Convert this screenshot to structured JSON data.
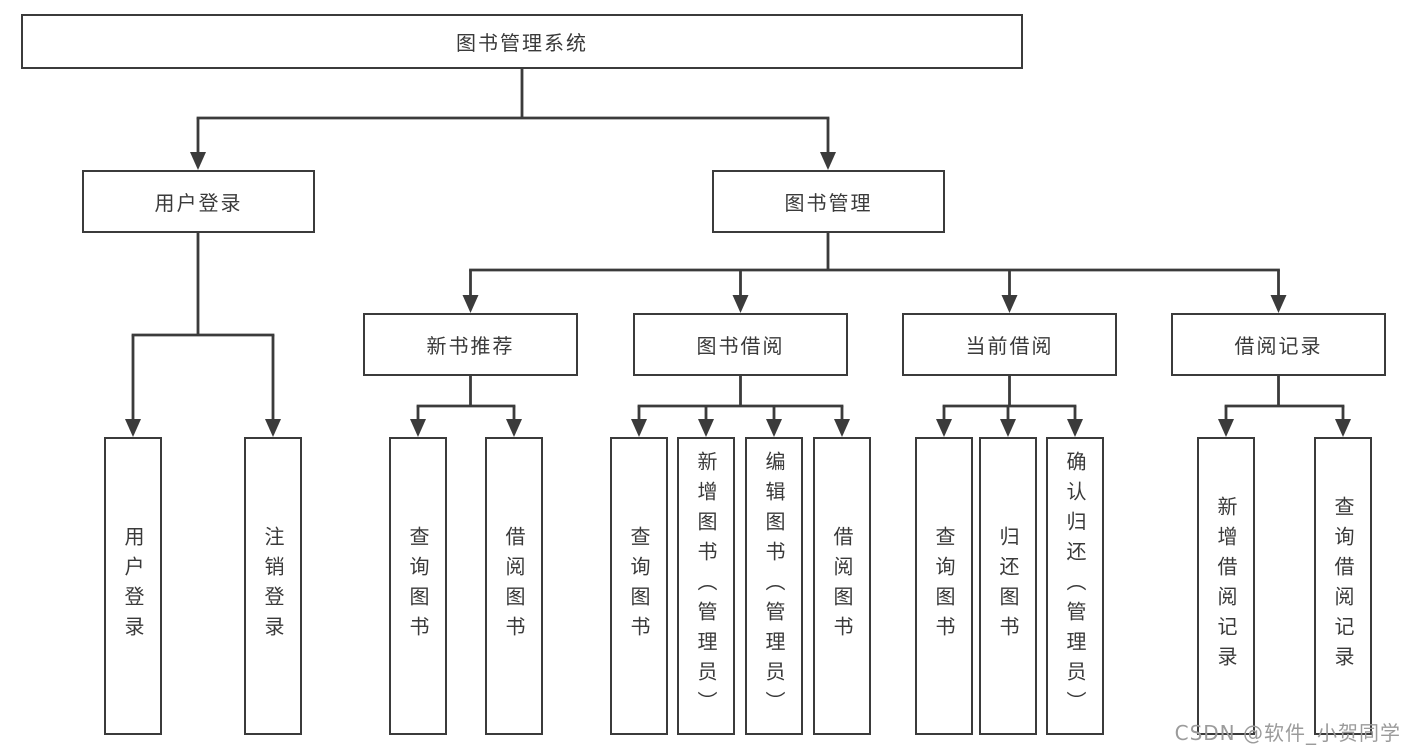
{
  "diagram_title": "图书管理系统",
  "tree": {
    "label": "图书管理系统",
    "children": [
      {
        "label": "用户登录",
        "children": [
          {
            "label": "用户登录"
          },
          {
            "label": "注销登录"
          }
        ]
      },
      {
        "label": "图书管理",
        "children": [
          {
            "label": "新书推荐",
            "children": [
              {
                "label": "查询图书"
              },
              {
                "label": "借阅图书"
              }
            ]
          },
          {
            "label": "图书借阅",
            "children": [
              {
                "label": "查询图书"
              },
              {
                "label": "新增图书（管理员）"
              },
              {
                "label": "编辑图书（管理员）"
              },
              {
                "label": "借阅图书"
              }
            ]
          },
          {
            "label": "当前借阅",
            "children": [
              {
                "label": "查询图书"
              },
              {
                "label": "归还图书"
              },
              {
                "label": "确认归还（管理员）"
              }
            ]
          },
          {
            "label": "借阅记录",
            "children": [
              {
                "label": "新增借阅记录"
              },
              {
                "label": "查询借阅记录"
              }
            ]
          }
        ]
      }
    ]
  },
  "watermark": "CSDN @软件_小贺同学",
  "colors": {
    "line": "#3b3b3b",
    "text": "#3a3a3a",
    "background": "#ffffff",
    "watermark": "#9b9b9b"
  }
}
